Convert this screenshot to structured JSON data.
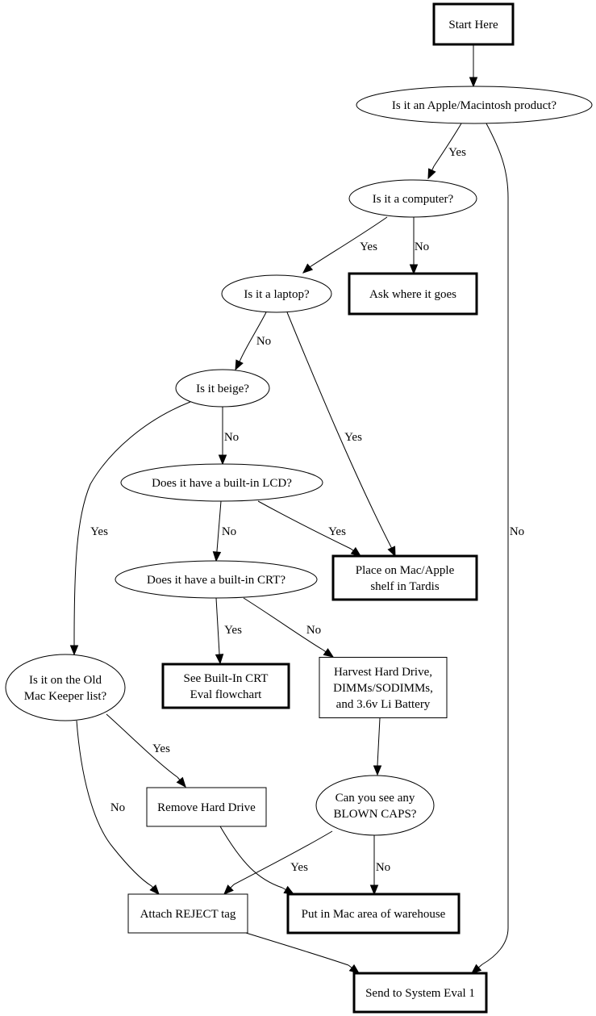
{
  "diagram": {
    "type": "flowchart",
    "nodes": {
      "start": {
        "lines": [
          "Start Here"
        ],
        "shape": "box-bold"
      },
      "apple": {
        "lines": [
          "Is it an Apple/Macintosh product?"
        ],
        "shape": "ellipse"
      },
      "computer": {
        "lines": [
          "Is it a computer?"
        ],
        "shape": "ellipse"
      },
      "ask": {
        "lines": [
          "Ask where it goes"
        ],
        "shape": "box-bold"
      },
      "laptop": {
        "lines": [
          "Is it a laptop?"
        ],
        "shape": "ellipse"
      },
      "beige": {
        "lines": [
          "Is it beige?"
        ],
        "shape": "ellipse"
      },
      "lcd": {
        "lines": [
          "Does it have a built-in LCD?"
        ],
        "shape": "ellipse"
      },
      "shelf": {
        "lines": [
          "Place on Mac/Apple",
          "shelf in Tardis"
        ],
        "shape": "box-bold"
      },
      "crt": {
        "lines": [
          "Does it have a built-in CRT?"
        ],
        "shape": "ellipse"
      },
      "crtflow": {
        "lines": [
          "See Built-In CRT",
          "Eval flowchart"
        ],
        "shape": "box-bold"
      },
      "harvest": {
        "lines": [
          "Harvest Hard Drive,",
          "DIMMs/SODIMMs,",
          "and 3.6v Li Battery"
        ],
        "shape": "box"
      },
      "keeper": {
        "lines": [
          "Is it on the Old",
          "Mac Keeper list?"
        ],
        "shape": "ellipse"
      },
      "removehd": {
        "lines": [
          "Remove Hard Drive"
        ],
        "shape": "box"
      },
      "caps": {
        "lines": [
          "Can you see any",
          "BLOWN CAPS?"
        ],
        "shape": "ellipse"
      },
      "reject": {
        "lines": [
          "Attach REJECT tag"
        ],
        "shape": "box"
      },
      "warehouse": {
        "lines": [
          "Put in Mac area of warehouse"
        ],
        "shape": "box-bold"
      },
      "eval1": {
        "lines": [
          "Send to System Eval 1"
        ],
        "shape": "box-bold"
      }
    },
    "edges": [
      {
        "from": "start",
        "to": "apple",
        "label": ""
      },
      {
        "from": "apple",
        "to": "computer",
        "label": "Yes"
      },
      {
        "from": "apple",
        "to": "eval1",
        "label": "No"
      },
      {
        "from": "computer",
        "to": "laptop",
        "label": "Yes"
      },
      {
        "from": "computer",
        "to": "ask",
        "label": "No"
      },
      {
        "from": "laptop",
        "to": "beige",
        "label": "No"
      },
      {
        "from": "laptop",
        "to": "shelf",
        "label": "Yes"
      },
      {
        "from": "beige",
        "to": "lcd",
        "label": "No"
      },
      {
        "from": "beige",
        "to": "keeper",
        "label": "Yes"
      },
      {
        "from": "lcd",
        "to": "crt",
        "label": "No"
      },
      {
        "from": "lcd",
        "to": "shelf",
        "label": "Yes"
      },
      {
        "from": "crt",
        "to": "crtflow",
        "label": "Yes"
      },
      {
        "from": "crt",
        "to": "harvest",
        "label": "No"
      },
      {
        "from": "harvest",
        "to": "caps",
        "label": ""
      },
      {
        "from": "keeper",
        "to": "removehd",
        "label": "Yes"
      },
      {
        "from": "keeper",
        "to": "reject",
        "label": "No"
      },
      {
        "from": "removehd",
        "to": "warehouse",
        "label": ""
      },
      {
        "from": "caps",
        "to": "reject",
        "label": "Yes"
      },
      {
        "from": "caps",
        "to": "warehouse",
        "label": "No"
      },
      {
        "from": "reject",
        "to": "eval1",
        "label": ""
      }
    ]
  }
}
